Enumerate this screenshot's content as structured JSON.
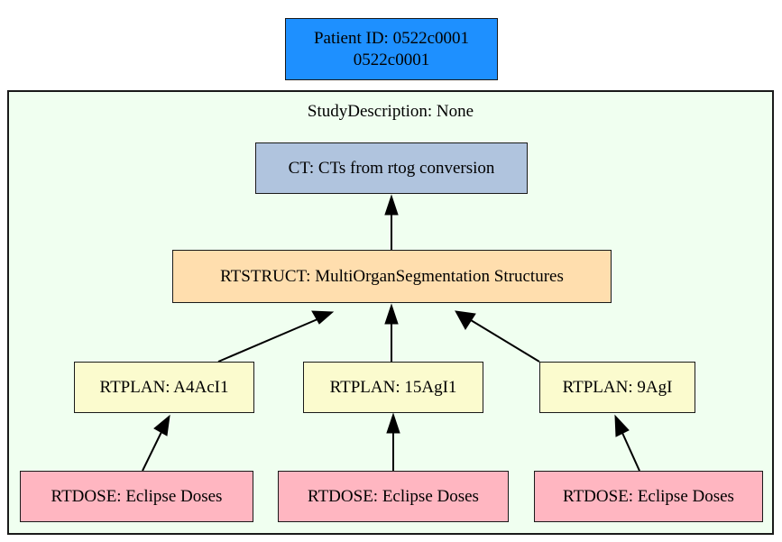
{
  "graph": {
    "type": "dicom-hierarchy-graph",
    "background_color": "#ffffff",
    "patient": {
      "line1": "Patient ID: 0522c0001",
      "line2": "0522c0001",
      "fill_color": "#1e90ff"
    },
    "study": {
      "label": "StudyDescription: None",
      "fill_color": "#f0fff0"
    },
    "series": {
      "ct": {
        "label": "CT: CTs from rtog conversion",
        "fill_color": "#b0c4de"
      },
      "rtstruct": {
        "label": "RTSTRUCT: MultiOrganSegmentation Structures",
        "fill_color": "#ffdeae"
      },
      "rtplans": [
        {
          "label": "RTPLAN: A4AcI1",
          "fill_color": "#fbfbce"
        },
        {
          "label": "RTPLAN: 15AgI1",
          "fill_color": "#fbfbce"
        },
        {
          "label": "RTPLAN: 9AgI",
          "fill_color": "#fbfbce"
        }
      ],
      "rtdoses": [
        {
          "label": "RTDOSE: Eclipse Doses",
          "fill_color": "#ffb6c1"
        },
        {
          "label": "RTDOSE: Eclipse Doses",
          "fill_color": "#ffb6c1"
        },
        {
          "label": "RTDOSE: Eclipse Doses",
          "fill_color": "#ffb6c1"
        }
      ]
    },
    "edges": [
      {
        "from": "rtstruct",
        "to": "ct"
      },
      {
        "from": "rtplan-0",
        "to": "rtstruct"
      },
      {
        "from": "rtplan-1",
        "to": "rtstruct"
      },
      {
        "from": "rtplan-2",
        "to": "rtstruct"
      },
      {
        "from": "rtdose-0",
        "to": "rtplan-0"
      },
      {
        "from": "rtdose-1",
        "to": "rtplan-1"
      },
      {
        "from": "rtdose-2",
        "to": "rtplan-2"
      }
    ]
  }
}
